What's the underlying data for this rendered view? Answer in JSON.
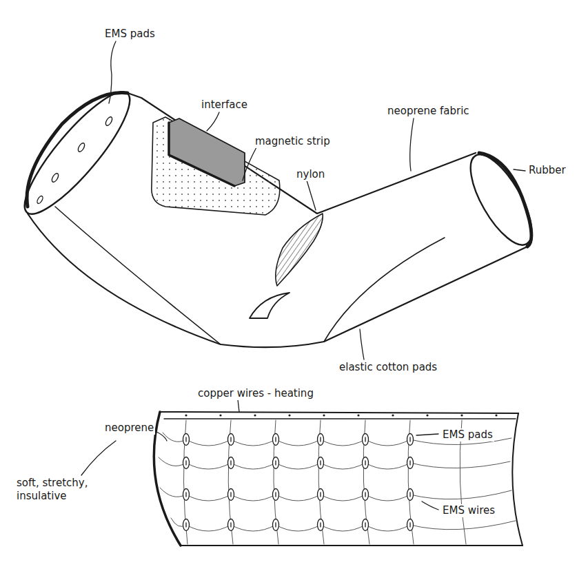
{
  "diagram": {
    "labels": [
      "EMS pads",
      "interface",
      "magnetic strip",
      "nylon",
      "neoprene fabric",
      "Rubber",
      "elastic cotton pads",
      "copper wires - heating",
      "neoprene",
      "EMS pads",
      "EMS wires",
      "soft, stretchy, insulative"
    ]
  }
}
